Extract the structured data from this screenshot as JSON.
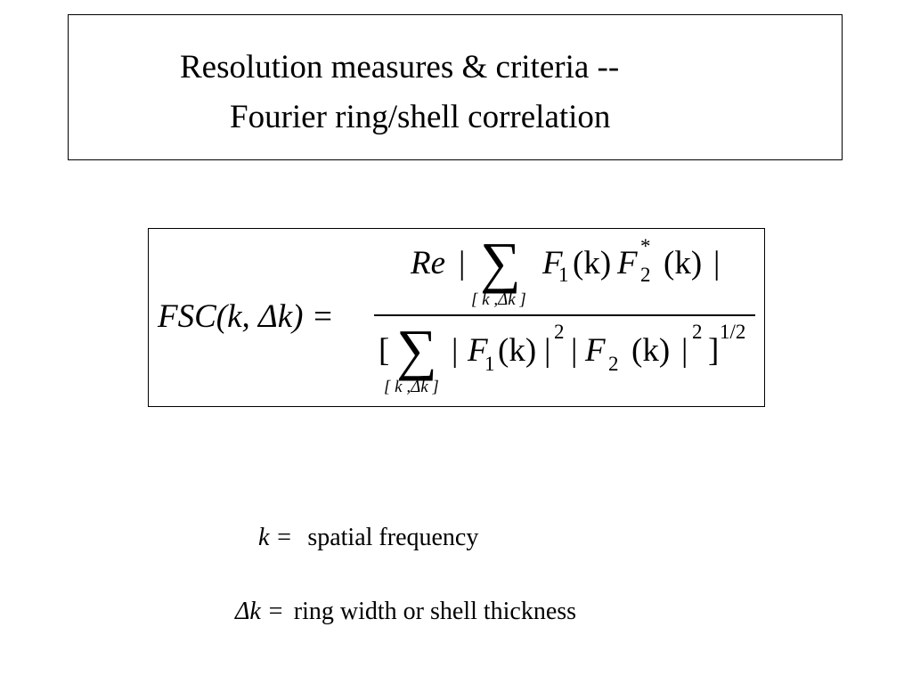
{
  "title": {
    "line1": "Resolution measures & criteria --",
    "line2": "Fourier ring/shell correlation"
  },
  "formula": {
    "lhs": "FSC(k, Δk) =",
    "num_re": "Re",
    "bar": "|",
    "sigma": "∑",
    "range": "[ k ,Δk ]",
    "F": "F",
    "idx1": "1",
    "idx2": "2",
    "star": "*",
    "paren_k": "(k)",
    "lbracket": "[",
    "rbracket": "]",
    "sq": "2",
    "half": "1/2"
  },
  "definitions": {
    "k_symbol": "k =",
    "k_text": "spatial frequency",
    "dk_symbol": "Δk =",
    "dk_text": "ring width or shell thickness"
  }
}
